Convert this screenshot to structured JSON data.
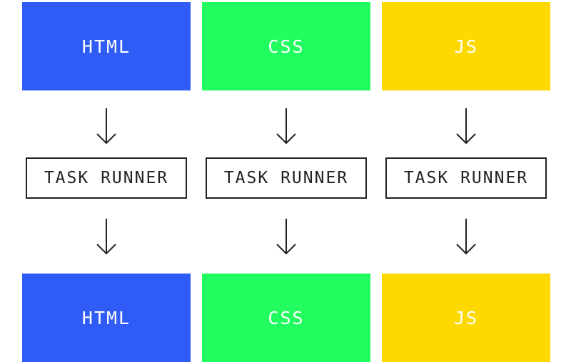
{
  "columns": [
    {
      "input_label": "HTML",
      "runner_label": "TASK RUNNER",
      "output_label": "HTML",
      "color": "#2f5cf6"
    },
    {
      "input_label": "CSS",
      "runner_label": "TASK RUNNER",
      "output_label": "CSS",
      "color": "#21fc5f"
    },
    {
      "input_label": "JS",
      "runner_label": "TASK RUNNER",
      "output_label": "JS",
      "color": "#fdd900"
    }
  ],
  "arrow_color": "#222222",
  "icons": [
    "arrow-down-icon"
  ]
}
